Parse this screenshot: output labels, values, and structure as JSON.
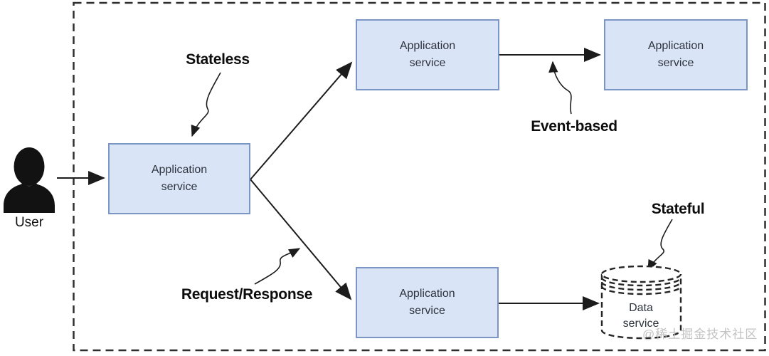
{
  "nodes": {
    "gateway": {
      "label": "Application\nservice"
    },
    "top_service": {
      "label": "Application\nservice"
    },
    "event_consumer": {
      "label": "Application\nservice"
    },
    "bottom_service": {
      "label": "Application\nservice"
    },
    "data_service": {
      "label": "Data\nservice"
    }
  },
  "actors": {
    "user": {
      "label": "User"
    }
  },
  "annotations": {
    "stateless": "Stateless",
    "request_response": "Request/Response",
    "event_based": "Event-based",
    "stateful": "Stateful"
  },
  "watermark": "@稀土掘金技术社区",
  "icons": {
    "user": "user-silhouette-icon",
    "data_store": "database-cylinder-icon"
  },
  "colors": {
    "node_fill": "#d9e5f7",
    "node_border": "#7b96c4",
    "line": "#1c1c1c",
    "frame_dash": "#2e2e2e",
    "watermark": "#c3c3c3"
  }
}
